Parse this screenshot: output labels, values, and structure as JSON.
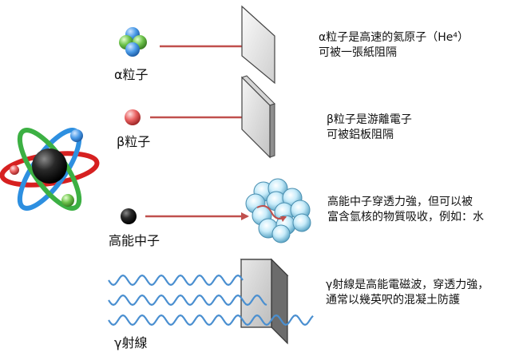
{
  "rows": [
    {
      "particle": "α粒子",
      "desc_line1": "α粒子是高速的氦原子（He⁴）",
      "desc_line2": "可被一張紙阻隔"
    },
    {
      "particle": "β粒子",
      "desc_line1": "β粒子是游離電子",
      "desc_line2": "可被鋁板阻隔"
    },
    {
      "particle": "高能中子",
      "desc_line1": "高能中子穿透力強，但可以被",
      "desc_line2": "富含氫核的物質吸收，例如：水"
    },
    {
      "particle": "γ射線",
      "desc_line1": "γ射線是高能電磁波，穿透力強，",
      "desc_line2": "通常以幾英呎的混凝土防護"
    }
  ],
  "colors": {
    "arrow": "#c0504d",
    "wave": "#4a8fd0",
    "alpha_blue": "#4b9be8",
    "alpha_green": "#6cc24a",
    "beta_red": "#e05a5a",
    "neutron": "#222222",
    "water": "#9fd3ee"
  },
  "icons": [
    "atom-icon",
    "alpha-particle-icon",
    "beta-particle-icon",
    "neutron-particle-icon",
    "paper-sheet-icon",
    "aluminum-plate-icon",
    "water-molecules-icon",
    "concrete-block-icon",
    "gamma-wave-icon"
  ]
}
